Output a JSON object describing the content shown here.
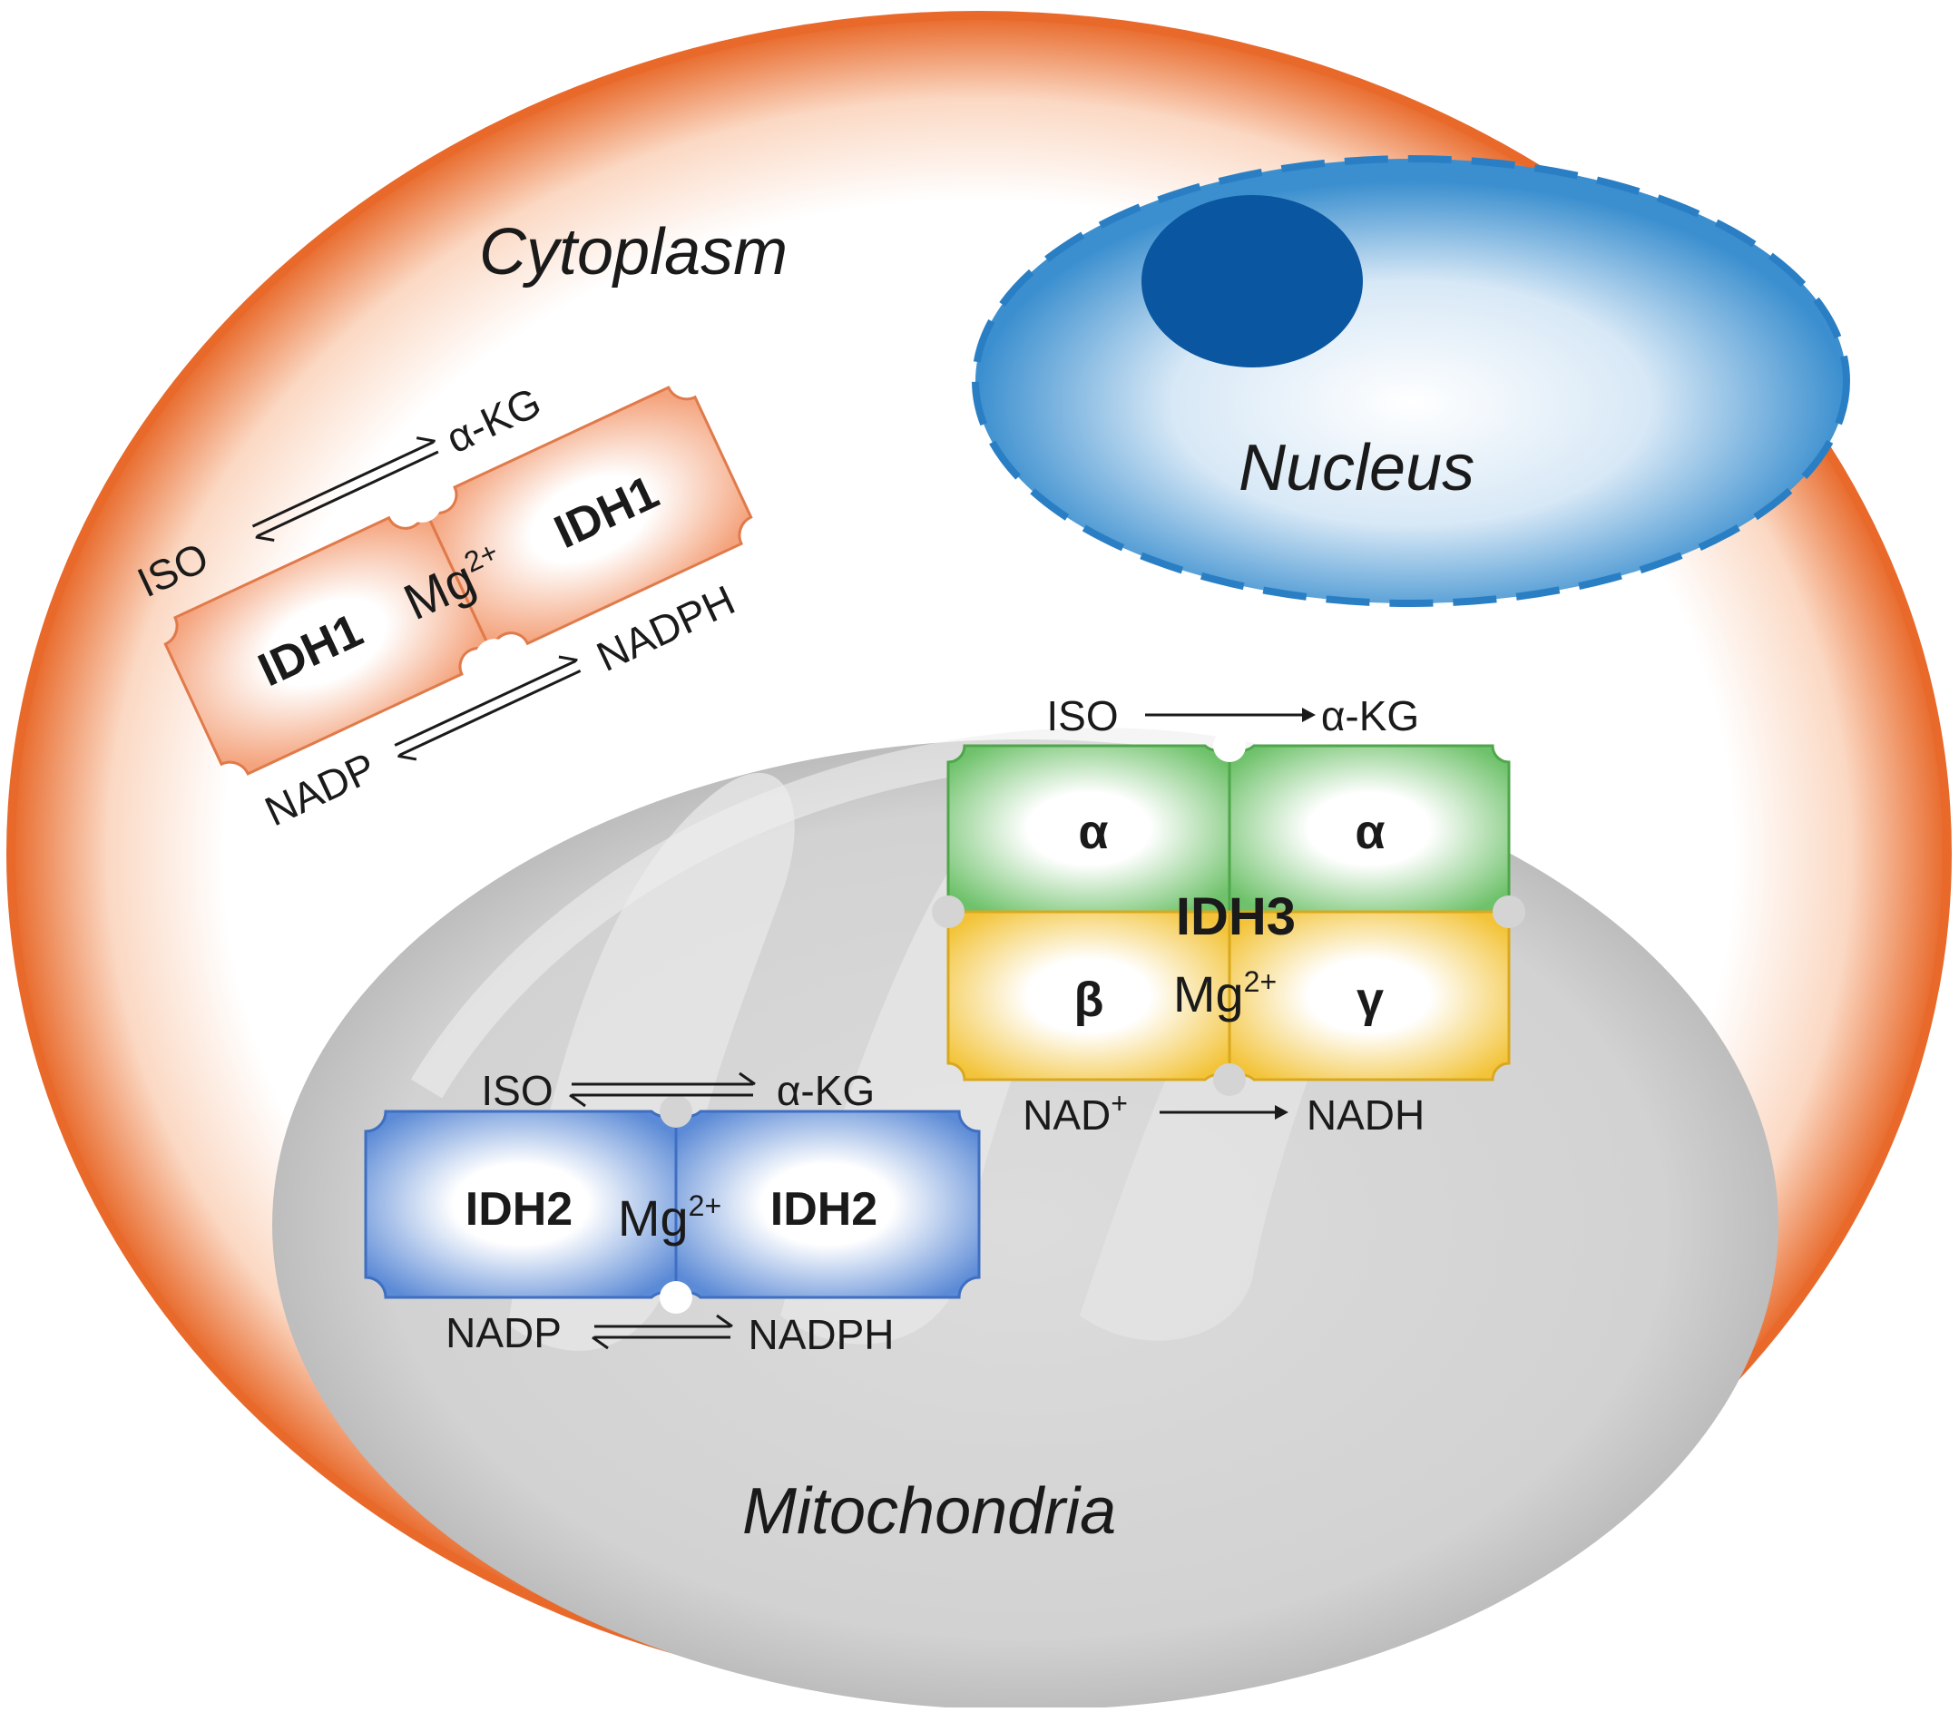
{
  "regions": {
    "cytoplasm": "Cytoplasm",
    "nucleus": "Nucleus",
    "mitochondria": "Mitochondria"
  },
  "idh1": {
    "subunit_left": "IDH1",
    "subunit_right": "IDH1",
    "cofactor": "Mg",
    "cofactor_charge": "2+",
    "substrate": "ISO",
    "product": "α-KG",
    "coenzyme_in": "NADP",
    "coenzyme_out": "NADPH"
  },
  "idh2": {
    "subunit_left": "IDH2",
    "subunit_right": "IDH2",
    "cofactor": "Mg",
    "cofactor_charge": "2+",
    "substrate": "ISO",
    "product": "α-KG",
    "coenzyme_in": "NADP",
    "coenzyme_out": "NADPH"
  },
  "idh3": {
    "label": "IDH3",
    "subunit_alpha_left": "α",
    "subunit_alpha_right": "α",
    "subunit_beta": "β",
    "subunit_gamma": "γ",
    "cofactor": "Mg",
    "cofactor_charge": "2+",
    "substrate": "ISO",
    "product": "α-KG",
    "coenzyme_in": "NAD",
    "coenzyme_in_charge": "+",
    "coenzyme_out": "NADH"
  },
  "colors": {
    "cell_membrane": "#e8692a",
    "idh1_fill": "#f4a37c",
    "idh2_fill": "#5b8ad6",
    "idh3_alpha_fill": "#6fc26b",
    "idh3_beta_gamma_fill": "#f3c43a",
    "nucleus_fill": "#4a9ad4",
    "nucleolus": "#0a56a0",
    "mitochondria_fill": "#d4d4d4"
  }
}
